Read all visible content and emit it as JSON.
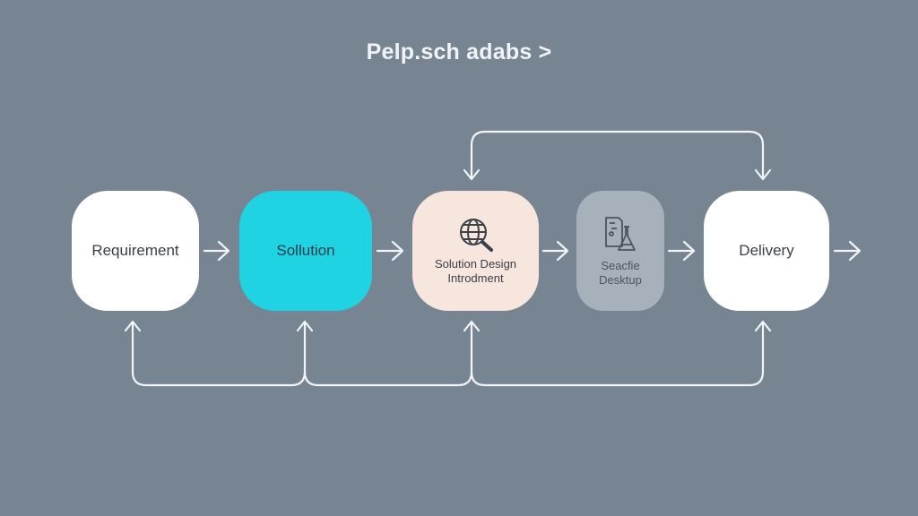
{
  "diagram": {
    "title": "Pelp.sch adabs >",
    "nodes": [
      {
        "id": "requirement",
        "label": "Requirement"
      },
      {
        "id": "solution",
        "label": "Sollution"
      },
      {
        "id": "design",
        "label_line1": "Solution Design",
        "label_line2": "Introdment",
        "icon": "globe-search-icon"
      },
      {
        "id": "desktop",
        "label_line1": "Seacfie",
        "label_line2": "Desktup",
        "icon": "flask-document-icon"
      },
      {
        "id": "delivery",
        "label": "Delivery"
      }
    ],
    "colors": {
      "background": "#778593",
      "connector": "#f2f4f6",
      "node_white": "#ffffff",
      "node_cyan": "#1fd3e2",
      "node_peach": "#f7e6dd",
      "node_gray": "#a6b1bb"
    }
  }
}
